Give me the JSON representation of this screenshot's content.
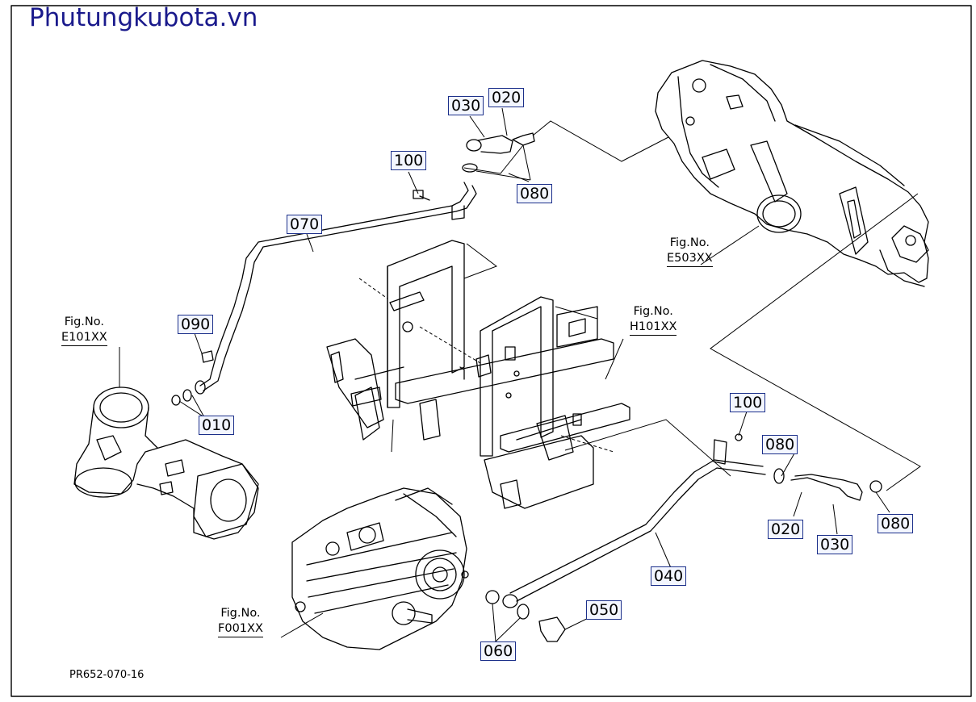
{
  "watermark": "Phutungkubota.vn",
  "drawing_code": "PR652-070-16",
  "part_labels": {
    "p010": "010",
    "p020_top": "020",
    "p030_top": "030",
    "p040": "040",
    "p050": "050",
    "p060": "060",
    "p070": "070",
    "p080_top": "080",
    "p080_bottom": "080",
    "p090": "090",
    "p100_top": "100",
    "p100_bottom": "100",
    "p020_bottom": "020",
    "p030_bottom": "030"
  },
  "figure_refs": {
    "e101": {
      "prefix": "Fig.No.",
      "code": "E101XX"
    },
    "e503": {
      "prefix": "Fig.No.",
      "code": "E503XX"
    },
    "h101": {
      "prefix": "Fig.No.",
      "code": "H101XX"
    },
    "f001": {
      "prefix": "Fig.No.",
      "code": "F001XX"
    }
  },
  "colors": {
    "label_border": "#1b2f8a",
    "watermark": "#1a1a8c",
    "line": "#000000"
  }
}
